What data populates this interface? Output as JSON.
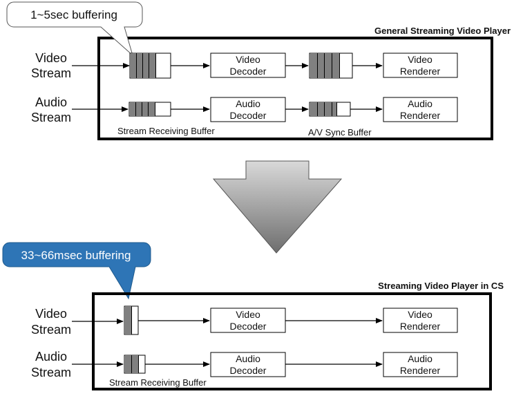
{
  "top": {
    "title": "General Streaming Video Player",
    "callout": "1~5sec buffering",
    "video_stream": [
      "Video",
      "Stream"
    ],
    "audio_stream": [
      "Audio",
      "Stream"
    ],
    "video_decoder": [
      "Video",
      "Decoder"
    ],
    "audio_decoder": [
      "Audio",
      "Decoder"
    ],
    "video_renderer": [
      "Video",
      "Renderer"
    ],
    "audio_renderer": [
      "Audio",
      "Renderer"
    ],
    "stream_buffer_label": "Stream Receiving Buffer",
    "sync_buffer_label": "A/V Sync Buffer"
  },
  "bottom": {
    "title": "Streaming Video Player in CS",
    "callout": "33~66msec buffering",
    "video_stream": [
      "Video",
      "Stream"
    ],
    "audio_stream": [
      "Audio",
      "Stream"
    ],
    "video_decoder": [
      "Video",
      "Decoder"
    ],
    "audio_decoder": [
      "Audio",
      "Decoder"
    ],
    "video_renderer": [
      "Video",
      "Renderer"
    ],
    "audio_renderer": [
      "Audio",
      "Renderer"
    ],
    "stream_buffer_label": "Stream Receiving Buffer"
  },
  "colors": {
    "buffer_fill": "#808080",
    "callout_blue": "#2e75b6",
    "arrow_gradient_top": "#d9d9d9",
    "arrow_gradient_bottom": "#6e6e6e"
  },
  "icons": {
    "transition": "down-arrow-icon"
  }
}
